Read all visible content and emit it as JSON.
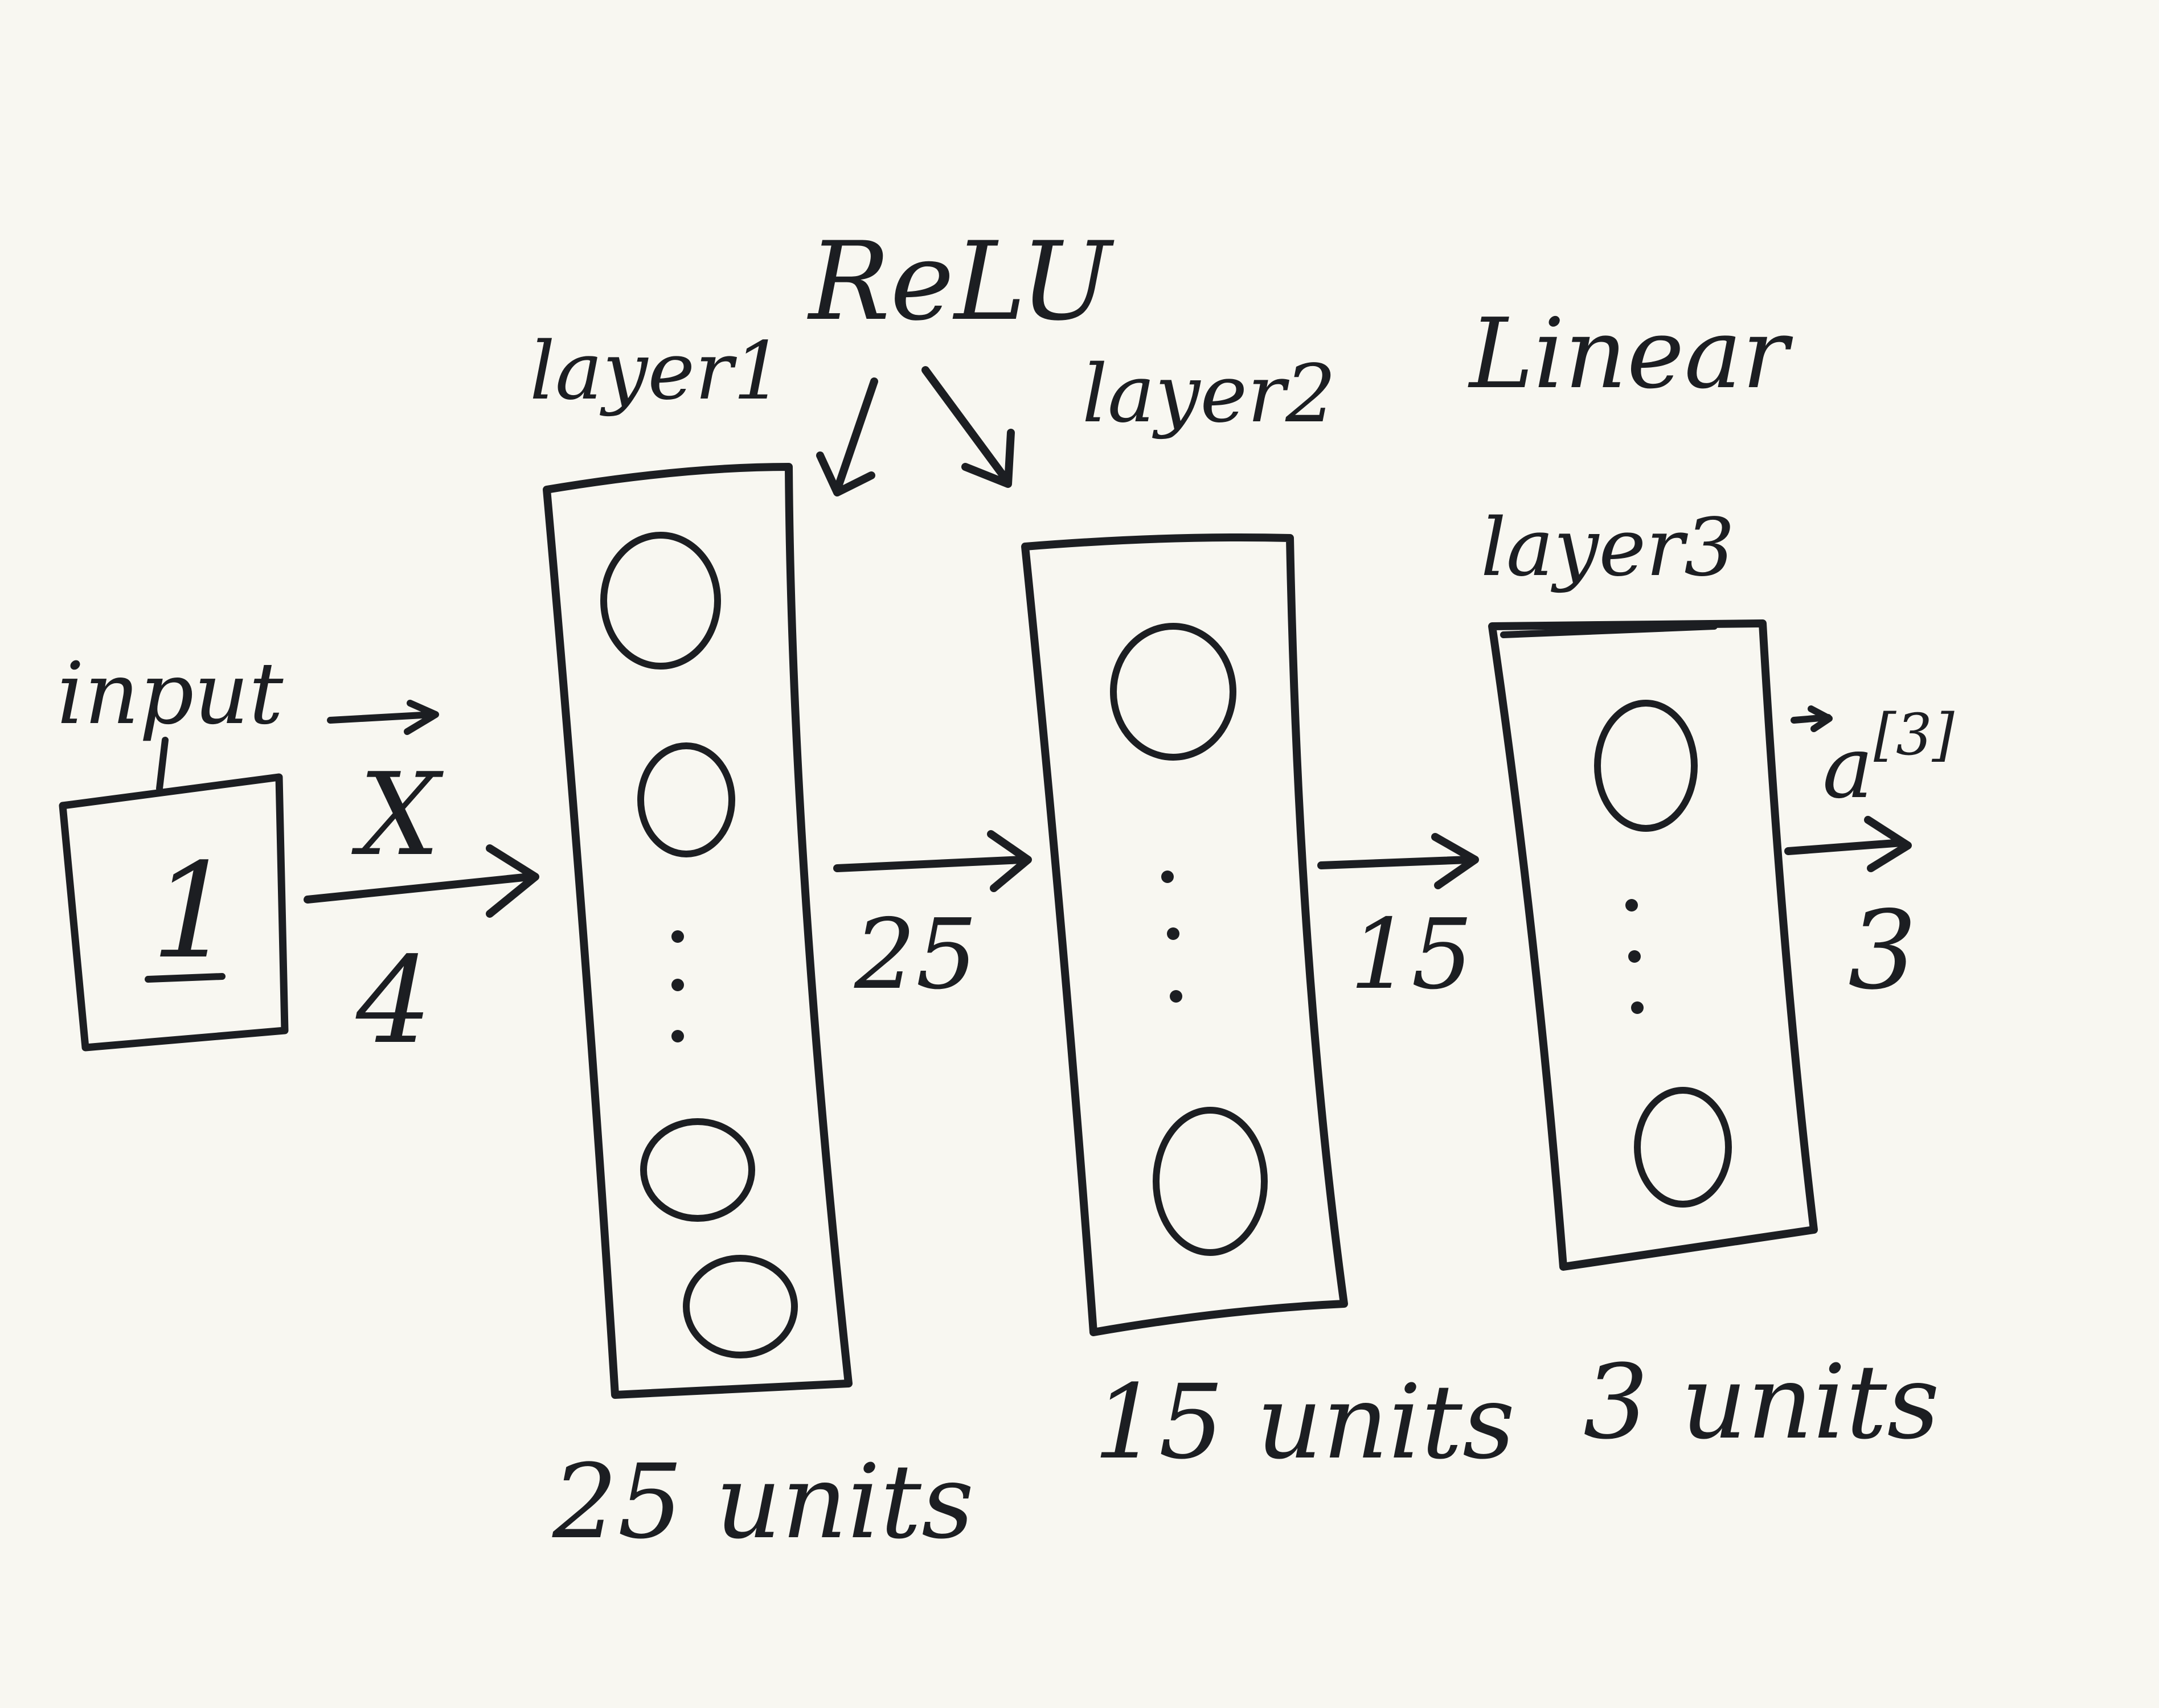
{
  "diagram": {
    "input_label": "input",
    "input_value": "1",
    "input_vector_symbol": "X",
    "input_dim": "4",
    "activation_hidden": "ReLU",
    "activation_output": "Linear",
    "layers": [
      {
        "name": "layer1",
        "units_label": "25 units"
      },
      {
        "name": "layer2",
        "units_label": "15 units"
      },
      {
        "name": "layer3",
        "units_label": "3 units"
      }
    ],
    "edge_dims": [
      "25",
      "15"
    ],
    "output_symbol": "a",
    "output_superscript": "[3]",
    "output_dim": "3",
    "ink_color": "#1c1e22",
    "paper_color": "#f8f7f1"
  }
}
